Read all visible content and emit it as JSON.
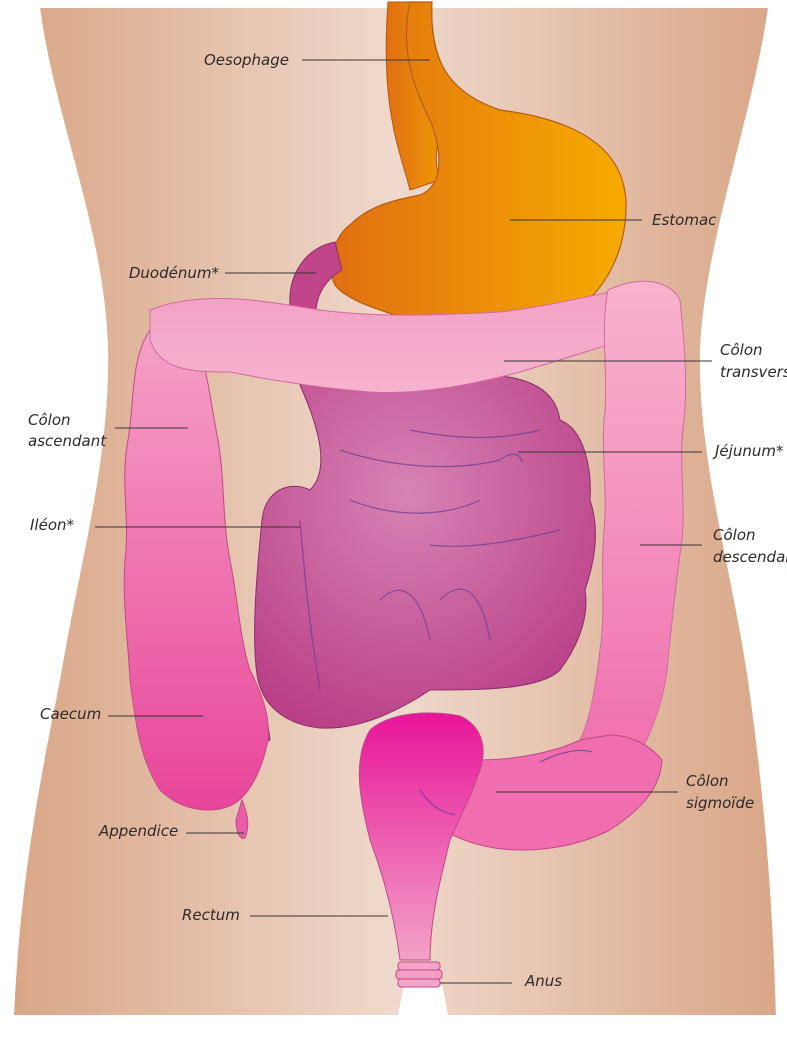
{
  "colors": {
    "skin_edge": "#d9a687",
    "skin_mid": "#ecd3c4",
    "stomach_light": "#f5a800",
    "stomach_dark": "#e57d10",
    "colon_light": "#f7a6c7",
    "colon_dark": "#e6499a",
    "small_intestine": "#c64d92",
    "duodenum": "#c0458a",
    "rectum": "#ea3f9b"
  },
  "labels": {
    "oesophage": "Oesophage",
    "estomac": "Estomac",
    "duodenum": "Duodénum*",
    "colon_transvers_1": "Côlon",
    "colon_transvers_2": "transvers",
    "colon_ascendant_1": "Côlon",
    "colon_ascendant_2": "ascendant",
    "jejunum": "Jéjunum*",
    "ileon": "Iléon*",
    "colon_descendant_1": "Côlon",
    "colon_descendant_2": "descendar",
    "caecum": "Caecum",
    "colon_sigmoide_1": "Côlon",
    "colon_sigmoide_2": "sigmoïde",
    "appendice": "Appendice",
    "rectum": "Rectum",
    "anus": "Anus"
  }
}
